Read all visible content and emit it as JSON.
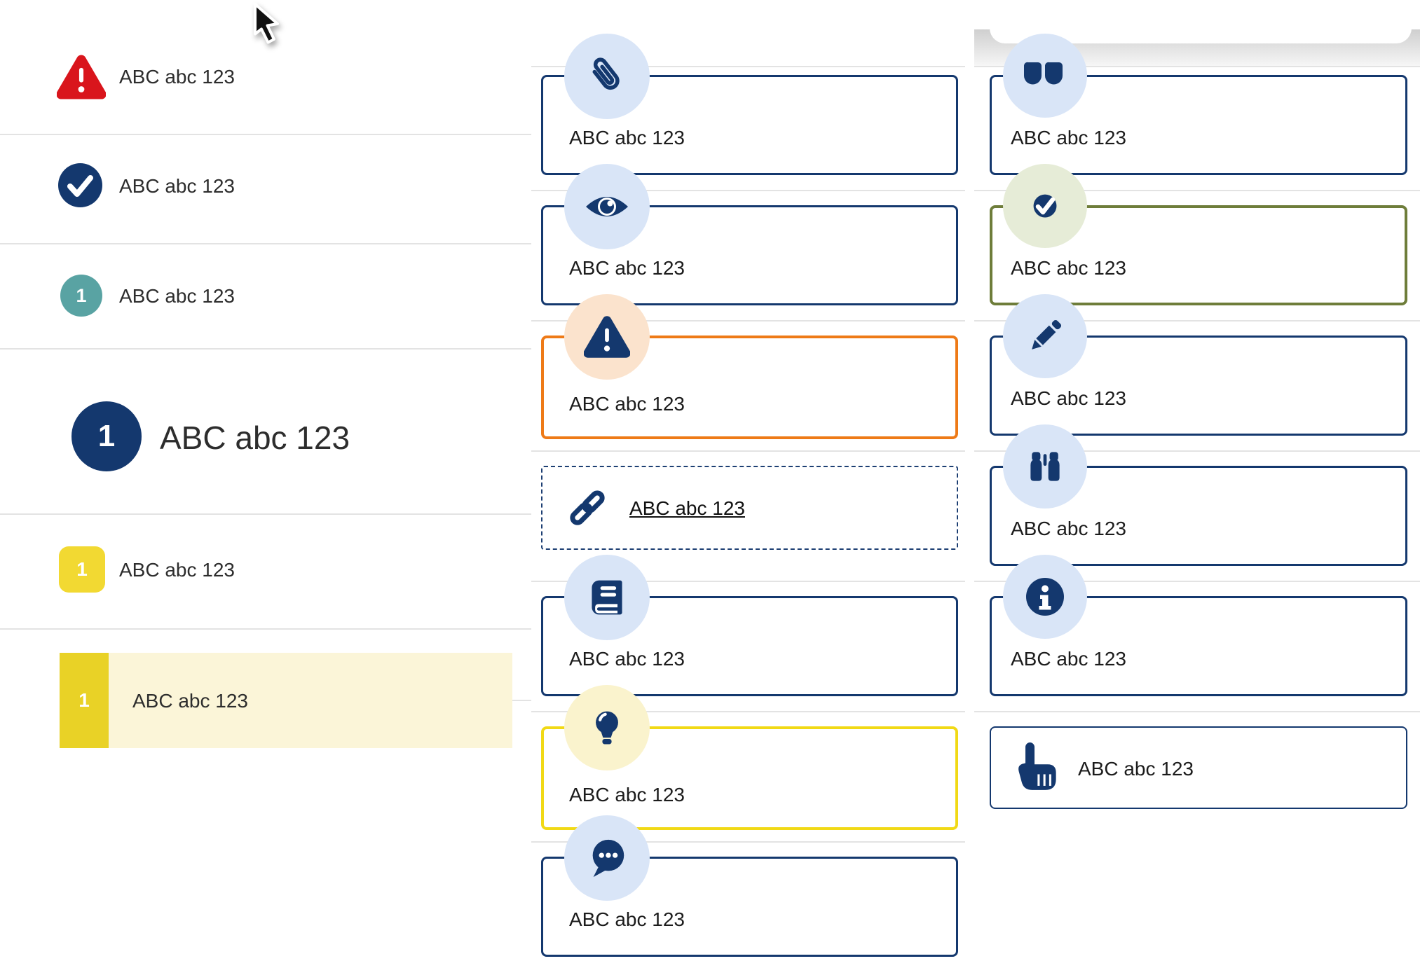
{
  "palette": {
    "navy": "#14386e",
    "red": "#d9151c",
    "teal": "#59a3a3",
    "yellow_badge": "#f2d932",
    "yellow_block": "#e9d226",
    "yellow_highlight": "#fbf5d8",
    "orange_border": "#ee7a17",
    "yellow_border": "#f1d915",
    "olive_border": "#6e7d3a",
    "light_blue": "#d9e5f7",
    "pale_orange": "#fbe3cd",
    "pale_yellow": "#faf3cd",
    "pale_green": "#e6ecd7",
    "divider": "#e3e3e3"
  },
  "left_list": {
    "items": [
      {
        "icon": "alert-triangle-icon",
        "label": "ABC abc 123",
        "variant": "alert"
      },
      {
        "icon": "check-circle-icon",
        "label": "ABC abc 123",
        "variant": "success"
      },
      {
        "badge": "1",
        "label": "ABC abc 123",
        "variant": "teal-step"
      },
      {
        "badge": "1",
        "label": "ABC abc 123",
        "variant": "primary-step-large"
      },
      {
        "badge": "1",
        "label": "ABC abc 123",
        "variant": "yellow-step"
      },
      {
        "badge": "1",
        "label": "ABC abc 123",
        "variant": "yellow-step-highlighted"
      }
    ]
  },
  "middle_column": {
    "cards": [
      {
        "icon": "paperclip-icon",
        "label": "ABC abc 123",
        "style": "navy"
      },
      {
        "icon": "eye-icon",
        "label": "ABC abc 123",
        "style": "navy"
      },
      {
        "icon": "warning-icon",
        "label": "ABC abc 123",
        "style": "orange"
      },
      {
        "icon": "link-icon",
        "label": "ABC abc 123",
        "style": "dashed-link"
      },
      {
        "icon": "book-icon",
        "label": "ABC abc 123",
        "style": "navy"
      },
      {
        "icon": "lightbulb-icon",
        "label": "ABC abc 123",
        "style": "yellow"
      },
      {
        "icon": "chat-icon",
        "label": "ABC abc 123",
        "style": "navy"
      }
    ]
  },
  "right_column": {
    "cards": [
      {
        "icon": "quote-icon",
        "label": "ABC abc 123",
        "style": "navy"
      },
      {
        "icon": "check-circle-icon",
        "label": "ABC abc 123",
        "style": "olive"
      },
      {
        "icon": "pencil-icon",
        "label": "ABC abc 123",
        "style": "navy"
      },
      {
        "icon": "binoculars-icon",
        "label": "ABC abc 123",
        "style": "navy"
      },
      {
        "icon": "info-icon",
        "label": "ABC abc 123",
        "style": "navy"
      },
      {
        "icon": "hand-pointer-icon",
        "label": "ABC abc 123",
        "style": "navy-thin"
      }
    ]
  }
}
